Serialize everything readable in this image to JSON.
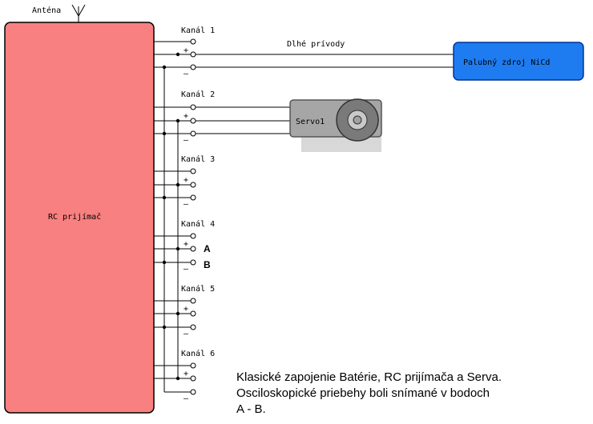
{
  "antenna_label": "Anténa",
  "receiver": {
    "label": "RC prijímač",
    "fill": "#f98080",
    "stroke": "#000000"
  },
  "channels": [
    {
      "label": "Kanál 1"
    },
    {
      "label": "Kanál 2"
    },
    {
      "label": "Kanál 3"
    },
    {
      "label": "Kanál 4",
      "points": [
        "A",
        "B"
      ]
    },
    {
      "label": "Kanál 5"
    },
    {
      "label": "Kanál 6"
    }
  ],
  "plus_sign": "+",
  "minus_sign": "–",
  "long_leads_label": "Dlhé prívody",
  "battery": {
    "label": "Palubný zdroj NiCd",
    "fill": "#1e7cf0",
    "stroke": "#003399"
  },
  "servo": {
    "label": "Servo1",
    "fill": "#a6a6a6"
  },
  "caption": [
    "Klasické zapojenie Batérie, RC prijímača a Serva.",
    "Osciloskopické priebehy boli snímané v bodoch",
    "A - B."
  ]
}
